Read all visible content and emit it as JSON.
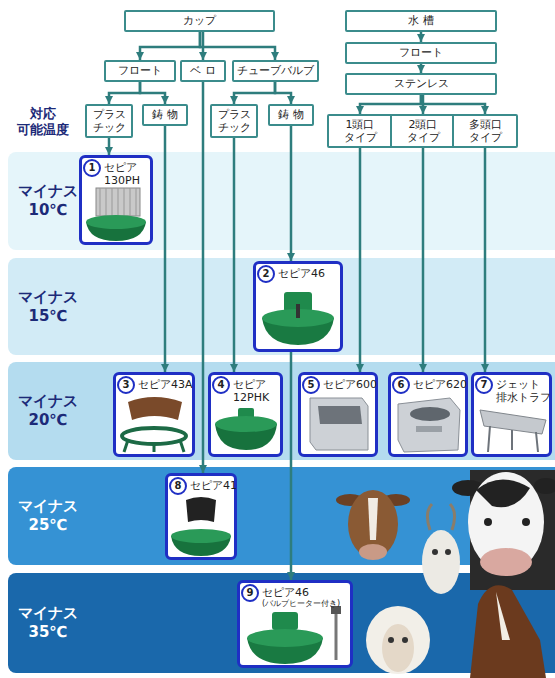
{
  "diagram": {
    "nodes": [
      {
        "text": [
          "カップ"
        ]
      },
      {
        "text": [
          "水 槽"
        ]
      },
      {
        "text": [
          "フロート"
        ]
      },
      {
        "text": [
          "ベ ロ"
        ]
      },
      {
        "text": [
          "チューブバルブ"
        ]
      },
      {
        "text": [
          "フロート"
        ]
      },
      {
        "text": [
          "ステンレス"
        ]
      },
      {
        "text": [
          "プラス チック"
        ]
      },
      {
        "text": [
          "鋳 物"
        ]
      },
      {
        "text": [
          "プラス チック"
        ]
      },
      {
        "text": [
          "鋳 物"
        ]
      },
      {
        "text": [
          "1頭口 タイプ"
        ]
      },
      {
        "text": [
          "2頭口 タイプ"
        ]
      },
      {
        "text": [
          "多頭口 タイプ"
        ]
      },
      {
        "text": [
          "マイナス 10℃"
        ]
      },
      {
        "text": [
          "セピア 130PH"
        ],
        "in": 14
      },
      {
        "text": [
          "マイナス 15℃"
        ]
      },
      {
        "text": [
          "セピア46"
        ],
        "in": 16
      },
      {
        "text": [
          "マイナス 20℃"
        ]
      },
      {
        "text": [
          "セピア43A"
        ],
        "in": 18
      },
      {
        "text": [
          "セピア 12PHK"
        ],
        "in": 18
      },
      {
        "text": [
          "セピア600"
        ],
        "in": 18
      },
      {
        "text": [
          "セピア620"
        ],
        "in": 18
      },
      {
        "text": [
          "ジェット 排水トラフ"
        ],
        "in": 18
      },
      {
        "text": [
          "マイナス 25℃"
        ]
      },
      {
        "text": [
          "セピア41"
        ],
        "in": 24
      },
      {
        "text": [
          "マイナス 35℃"
        ]
      },
      {
        "text": [
          "セピア46",
          "(バルブヒーター付き)"
        ],
        "in": 26
      }
    ],
    "edges": [
      {
        "from": 0,
        "to": 2,
        "arrow": "to"
      },
      {
        "from": 0,
        "to": 3,
        "arrow": "to"
      },
      {
        "from": 0,
        "to": 4,
        "arrow": "to"
      },
      {
        "from": 1,
        "to": 5,
        "arrow": "to"
      },
      {
        "from": 5,
        "to": 6,
        "arrow": "to"
      },
      {
        "from": 6,
        "to": 11,
        "arrow": "to"
      },
      {
        "from": 6,
        "to": 12,
        "arrow": "to"
      },
      {
        "from": 6,
        "to": 13,
        "arrow": "to"
      },
      {
        "from": 2,
        "to": 7,
        "arrow": "to"
      },
      {
        "from": 2,
        "to": 8,
        "arrow": "to"
      },
      {
        "from": 4,
        "to": 9,
        "arrow": "to"
      },
      {
        "from": 4,
        "to": 10,
        "arrow": "to"
      },
      {
        "from": 7,
        "to": 15,
        "arrow": "to"
      },
      {
        "from": 8,
        "to": 19,
        "arrow": "to"
      },
      {
        "from": 3,
        "to": 25,
        "arrow": "to"
      },
      {
        "from": 9,
        "to": 20,
        "arrow": "to"
      },
      {
        "from": 10,
        "to": 17,
        "arrow": "to"
      },
      {
        "from": 17,
        "to": 27,
        "arrow": "to"
      },
      {
        "from": 11,
        "to": 21,
        "arrow": "to"
      },
      {
        "from": 12,
        "to": 22,
        "arrow": "to"
      },
      {
        "from": 13,
        "to": 23,
        "arrow": "to"
      }
    ],
    "labels": [
      "対応 可能温度",
      "1",
      "2",
      "3",
      "4",
      "5",
      "6",
      "7",
      "8",
      "9"
    ]
  }
}
